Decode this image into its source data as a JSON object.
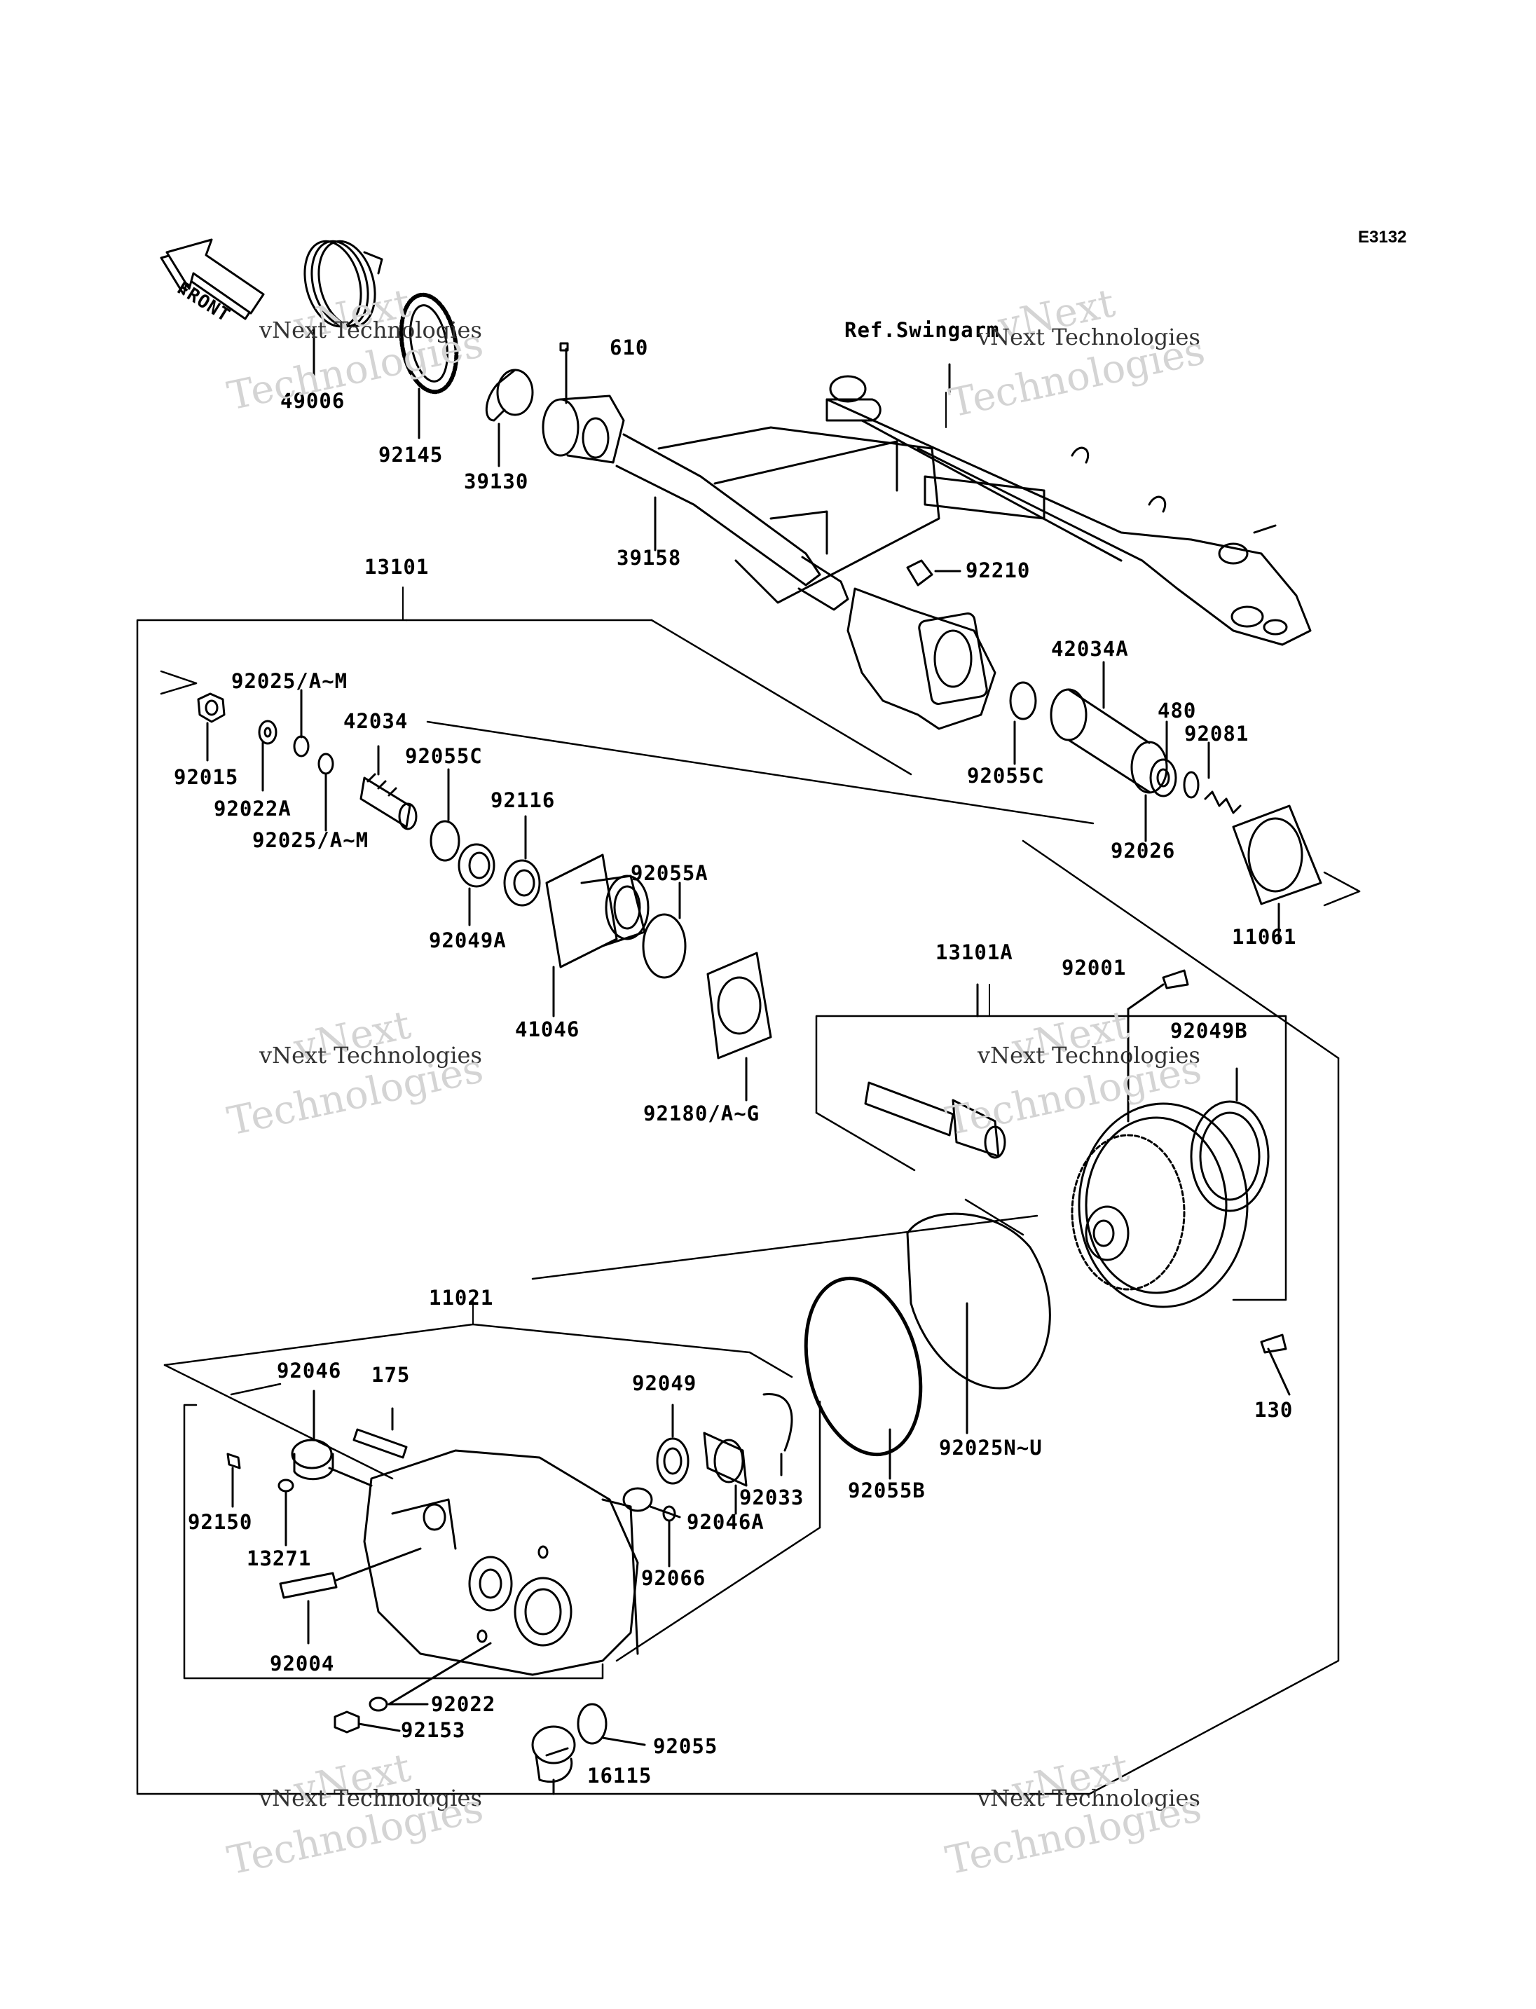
{
  "diagram": {
    "code": "E3132",
    "direction_label": "FRONT",
    "watermark": {
      "brand": "vNext Technologies",
      "word1": "vNext",
      "word2": "Technologies"
    },
    "parts": [
      "49006",
      "92145",
      "39130",
      "610",
      "39158",
      "Ref.Swingarm",
      "92210",
      "13101",
      "92025/A~M",
      "92015",
      "92022A",
      "42034",
      "92025/A~M",
      "92055C",
      "92116",
      "92049A",
      "41046",
      "92055A",
      "92180/A~G",
      "42034A",
      "480",
      "92081",
      "92055C",
      "92026",
      "11061",
      "13101A",
      "92001",
      "92049B",
      "11021",
      "92046",
      "175",
      "92049",
      "92150",
      "13271",
      "92004",
      "92033",
      "92046A",
      "92066",
      "92055B",
      "92025N~U",
      "130",
      "92022",
      "92153",
      "92055",
      "16115"
    ]
  }
}
